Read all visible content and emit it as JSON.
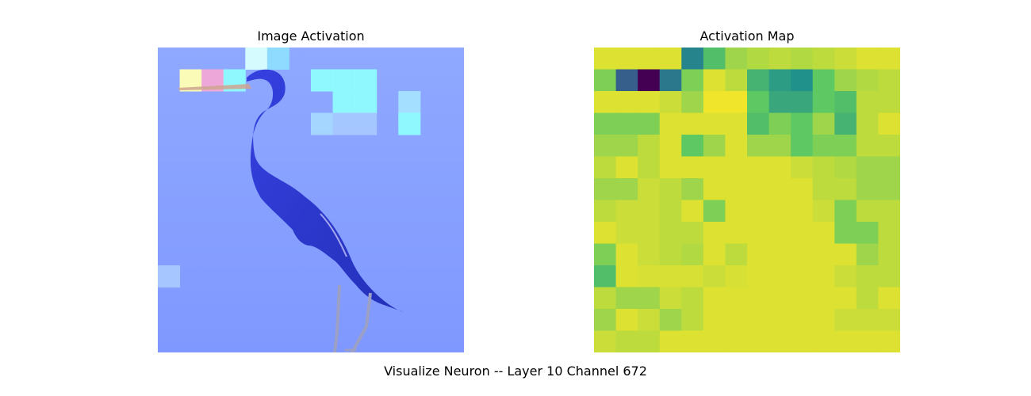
{
  "figure": {
    "suptitle": "Visualize Neuron -- Layer 10  Channel 672"
  },
  "chart_data": [
    {
      "type": "image",
      "title": "Image Activation",
      "grid": false,
      "description_colors": {
        "background": "#8fa8ff",
        "bird": "#2f3bd6",
        "highlight_cyan": "#8ffcff",
        "highlight_light_cyan": "#d9ffff",
        "highlight_yellow": "#ffffb3",
        "highlight_pink": "#f2a7d6"
      },
      "highlight_cells": [
        {
          "row": 0,
          "col": 4,
          "color": "#d9ffff"
        },
        {
          "row": 0,
          "col": 5,
          "color": "#8fdcff"
        },
        {
          "row": 1,
          "col": 1,
          "color": "#ffffb3"
        },
        {
          "row": 1,
          "col": 2,
          "color": "#f2a7d6"
        },
        {
          "row": 1,
          "col": 3,
          "color": "#8ffcff"
        },
        {
          "row": 1,
          "col": 7,
          "color": "#8ffcff"
        },
        {
          "row": 1,
          "col": 8,
          "color": "#8ffcff"
        },
        {
          "row": 1,
          "col": 9,
          "color": "#8ffcff"
        },
        {
          "row": 2,
          "col": 8,
          "color": "#8ffcff"
        },
        {
          "row": 2,
          "col": 9,
          "color": "#8ffcff"
        },
        {
          "row": 2,
          "col": 11,
          "color": "#a7e1ff"
        },
        {
          "row": 3,
          "col": 7,
          "color": "#a7d8ff"
        },
        {
          "row": 3,
          "col": 8,
          "color": "#a7c8ff"
        },
        {
          "row": 3,
          "col": 9,
          "color": "#a7c8ff"
        },
        {
          "row": 3,
          "col": 11,
          "color": "#8ffcff"
        },
        {
          "row": 10,
          "col": 0,
          "color": "#a7c8ff"
        }
      ]
    },
    {
      "type": "heatmap",
      "title": "Activation Map",
      "grid": false,
      "colormap": "viridis",
      "shape": [
        14,
        14
      ],
      "values": [
        [
          0.05,
          0.05,
          0.05,
          0.05,
          0.55,
          0.3,
          0.15,
          0.12,
          0.1,
          0.12,
          0.1,
          0.08,
          0.05,
          0.05
        ],
        [
          0.2,
          0.7,
          1.0,
          0.6,
          0.2,
          0.05,
          0.1,
          0.35,
          0.45,
          0.5,
          0.25,
          0.15,
          0.12,
          0.1
        ],
        [
          0.05,
          0.05,
          0.05,
          0.08,
          0.15,
          0.02,
          0.02,
          0.25,
          0.4,
          0.4,
          0.25,
          0.3,
          0.1,
          0.1
        ],
        [
          0.2,
          0.2,
          0.2,
          0.05,
          0.05,
          0.05,
          0.05,
          0.3,
          0.2,
          0.25,
          0.15,
          0.35,
          0.1,
          0.05
        ],
        [
          0.15,
          0.15,
          0.1,
          0.05,
          0.25,
          0.15,
          0.05,
          0.15,
          0.15,
          0.25,
          0.2,
          0.2,
          0.1,
          0.1
        ],
        [
          0.1,
          0.05,
          0.1,
          0.05,
          0.05,
          0.05,
          0.05,
          0.05,
          0.05,
          0.08,
          0.1,
          0.12,
          0.15,
          0.15
        ],
        [
          0.15,
          0.15,
          0.08,
          0.1,
          0.15,
          0.05,
          0.05,
          0.05,
          0.05,
          0.05,
          0.1,
          0.1,
          0.15,
          0.15
        ],
        [
          0.1,
          0.08,
          0.08,
          0.1,
          0.05,
          0.2,
          0.05,
          0.05,
          0.05,
          0.05,
          0.08,
          0.2,
          0.1,
          0.1
        ],
        [
          0.05,
          0.08,
          0.08,
          0.1,
          0.1,
          0.05,
          0.05,
          0.05,
          0.05,
          0.05,
          0.05,
          0.2,
          0.2,
          0.1
        ],
        [
          0.2,
          0.05,
          0.08,
          0.1,
          0.12,
          0.05,
          0.1,
          0.05,
          0.05,
          0.05,
          0.05,
          0.05,
          0.15,
          0.1
        ],
        [
          0.3,
          0.05,
          0.06,
          0.06,
          0.06,
          0.08,
          0.06,
          0.05,
          0.05,
          0.05,
          0.05,
          0.08,
          0.1,
          0.1
        ],
        [
          0.1,
          0.15,
          0.15,
          0.08,
          0.1,
          0.05,
          0.05,
          0.05,
          0.05,
          0.05,
          0.05,
          0.05,
          0.1,
          0.05
        ],
        [
          0.15,
          0.05,
          0.08,
          0.15,
          0.1,
          0.05,
          0.05,
          0.05,
          0.05,
          0.05,
          0.05,
          0.08,
          0.08,
          0.08
        ],
        [
          0.08,
          0.1,
          0.1,
          0.05,
          0.05,
          0.05,
          0.05,
          0.05,
          0.05,
          0.05,
          0.05,
          0.05,
          0.05,
          0.05
        ]
      ]
    }
  ]
}
